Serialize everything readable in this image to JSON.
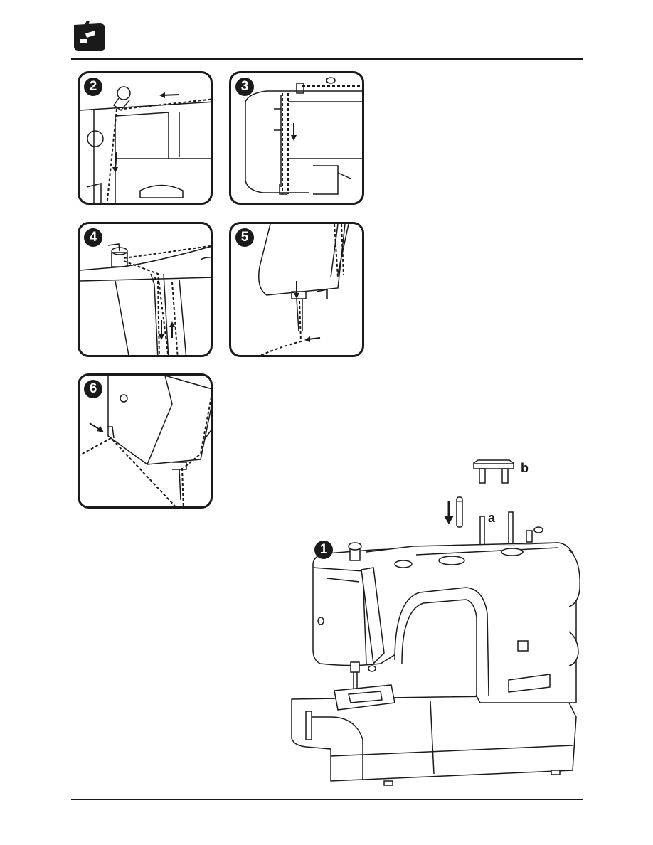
{
  "header": {
    "icon": "sewing-machine-icon"
  },
  "steps": [
    {
      "number": "2"
    },
    {
      "number": "3"
    },
    {
      "number": "4"
    },
    {
      "number": "5"
    },
    {
      "number": "6"
    }
  ],
  "machine": {
    "step_number": "1",
    "label_a": "a",
    "label_b": "b"
  }
}
